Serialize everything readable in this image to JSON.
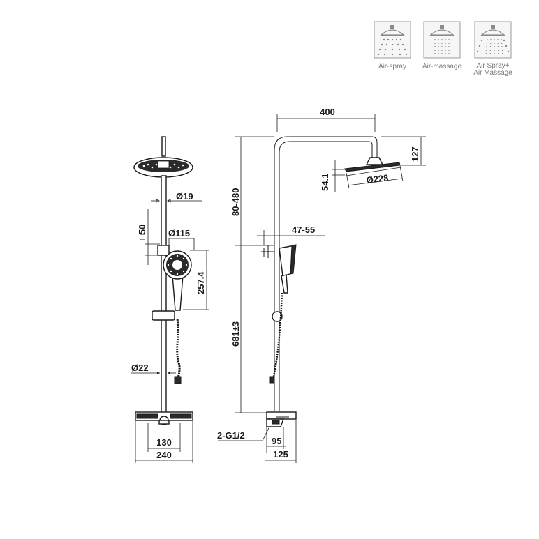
{
  "spray_modes": [
    {
      "label_lines": [
        "Air-spray"
      ],
      "icon": "air-spray-shower-icon"
    },
    {
      "label_lines": [
        "Air-massage"
      ],
      "icon": "air-massage-shower-icon"
    },
    {
      "label_lines": [
        "Air Spray+",
        "Air Massage"
      ],
      "icon": "air-spray-massage-shower-icon"
    }
  ],
  "front_view": {
    "pipe_diameter": "Ø19",
    "slider_size": "□50",
    "hand_shower_diameter": "Ø115",
    "hand_shower_length": "257.4",
    "bar_diameter": "Ø22",
    "inlet_spacing": "130",
    "shelf_width": "240"
  },
  "side_view": {
    "arm_reach": "400",
    "head_drop": "127",
    "head_thickness": "54.1",
    "head_diameter": "Ø228",
    "height_adjust": "80-480",
    "wall_offset": "47-55",
    "mixer_to_bracket": "681±3",
    "inlet_thread": "2-G1/2",
    "inlet_depth": "95",
    "total_depth": "125"
  }
}
